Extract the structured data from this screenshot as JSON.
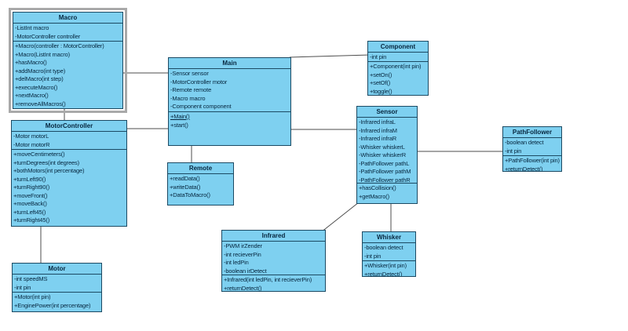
{
  "colors": {
    "canvas-bg": "#ffffff",
    "fill": "#7ED0F0",
    "border": "#1C4A63",
    "text": "#06263E",
    "selection": "#A9A9A9",
    "connector": "#4D4D4D"
  },
  "classes": {
    "macro": {
      "name": "Macro",
      "attributes": [
        "-ListInt macro",
        "-MotorController controller"
      ],
      "methods": [
        "+Macro(controller : MotorController)",
        "+Macro(ListInt macro)",
        "+hasMacro()",
        "+addMacro(int type)",
        "+delMacro(int step)",
        "+executeMacro()",
        "+nextMacro()",
        "+removeAllMacros()"
      ]
    },
    "motorcontroller": {
      "name": "MotorController",
      "attributes": [
        "-Motor motorL",
        "-Motor motorR"
      ],
      "methods": [
        "+moveCentimeters()",
        "+turnDegrees(int degrees)",
        "+bothMotors(int percentage)",
        "+turnLeft90()",
        "+turnRight90()",
        "+moveFront()",
        "+moveBack()",
        "+turnLeft45()",
        "+turnRight45()"
      ]
    },
    "motor": {
      "name": "Motor",
      "attributes": [
        "-int speedMS",
        "-int pin"
      ],
      "methods": [
        "+Motor(int pin)",
        "+EnginePower(int percentage)"
      ]
    },
    "main": {
      "name": "Main",
      "attributes": [
        "-Sensor sensor",
        "-MotorController motor",
        "-Remote remote",
        "-Macro macro",
        "-Component component"
      ],
      "methods": [
        "+Main()",
        "+start()"
      ]
    },
    "remote": {
      "name": "Remote",
      "methods": [
        "+readData()",
        "+writeData()",
        "+DataToMacro()"
      ]
    },
    "component": {
      "name": "Component",
      "attributes": [
        "-int pin"
      ],
      "methods": [
        "+Component(int pin)",
        "+setOn()",
        "+setOf()",
        "+toggle()"
      ]
    },
    "sensor": {
      "name": "Sensor",
      "attributes": [
        "-Infrared infraL",
        "-Infrared infraM",
        "-Infrared infraR",
        "-Whisker whiskerL",
        "-Whisker whiskerR",
        "-PathFollower pathL",
        "-PathFollower pathM",
        "-PathFollower pathR"
      ],
      "methods": [
        "+hasCollision()",
        "+getMacro()"
      ]
    },
    "pathfollower": {
      "name": "PathFollower",
      "attributes": [
        "-boolean detect",
        "-int pin"
      ],
      "methods": [
        "+PathFollower(int pin)",
        "+returnDetect()"
      ]
    },
    "infrared": {
      "name": "Infrared",
      "attributes": [
        "-PWM irZender",
        "-int recieverPin",
        "-int ledPin",
        "-boolean irDetect"
      ],
      "methods": [
        "+Infrared(int ledPin, int recieverPin)",
        "+returnDetect()"
      ]
    },
    "whisker": {
      "name": "Whisker",
      "attributes": [
        "-boolean detect",
        "-int pin"
      ],
      "methods": [
        "+Whisker(int pin)",
        "+returnDetect()"
      ]
    }
  }
}
